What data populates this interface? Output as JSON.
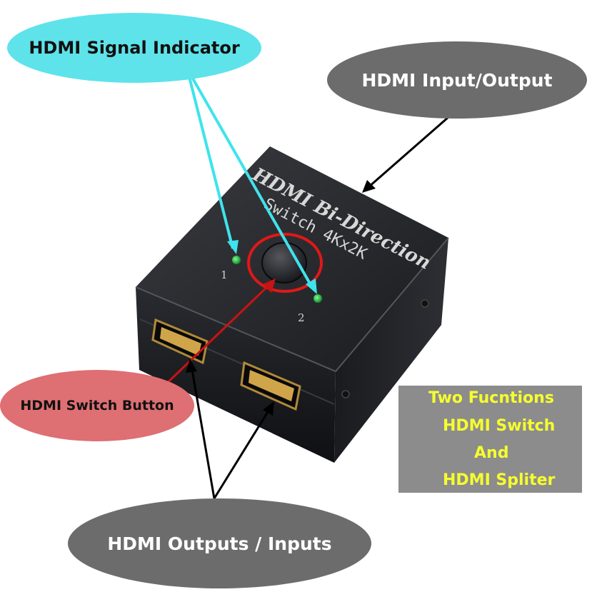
{
  "callouts": {
    "signal_indicator": "HDMI Signal Indicator",
    "input_output": "HDMI Input/Output",
    "switch_button": "HDMI Switch Button",
    "outputs_inputs": "HDMI Outputs / Inputs"
  },
  "device": {
    "title": "HDMI Bi-Direction",
    "subtitle": "Switch 4Kx2K",
    "led_1_label": "1",
    "led_2_label": "2"
  },
  "functions_box": {
    "lines": [
      "Two Fucntions",
      "HDMI Switch",
      "And",
      "HDMI Spliter"
    ]
  },
  "colors": {
    "cyan_bubble": "#5ee3ea",
    "grey_bubble": "#6c6c6c",
    "red_bubble": "#de6f73",
    "box_grey": "#8c8c8c",
    "box_text_yellow": "#f6ff2e",
    "device_body": "#1d1e22",
    "led_green": "#22c04a"
  }
}
